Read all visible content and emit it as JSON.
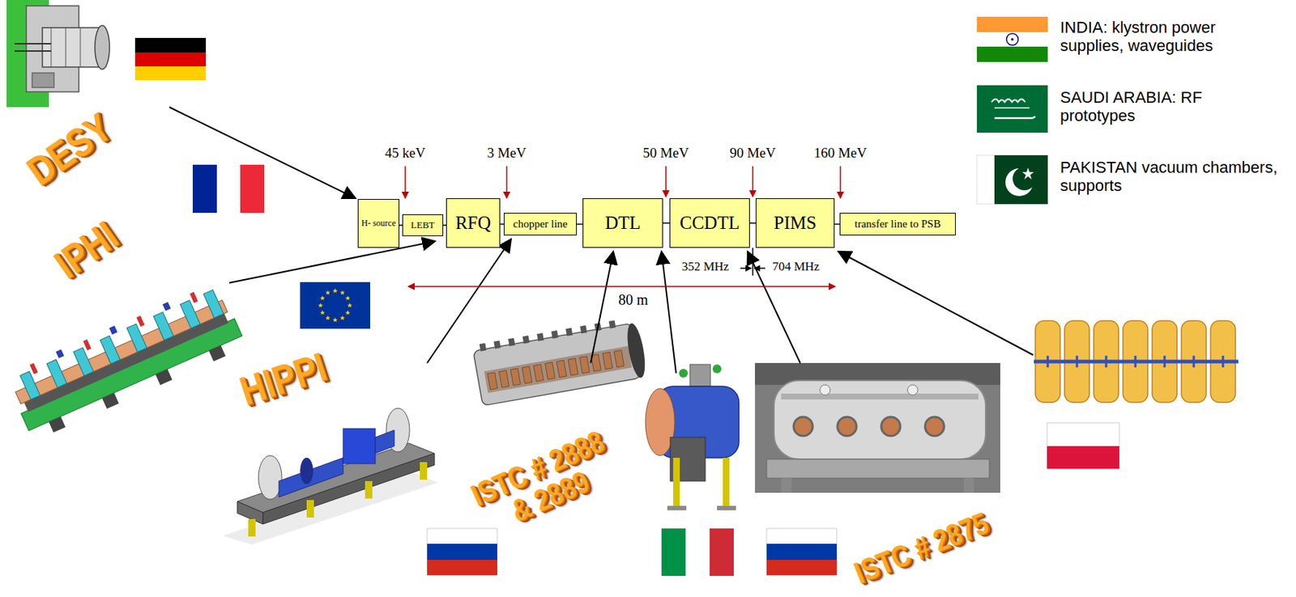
{
  "diagram": {
    "nodes": [
      {
        "text": [
          "H- source"
        ]
      },
      {
        "text": [
          "LEBT"
        ]
      },
      {
        "text": [
          "RFQ"
        ]
      },
      {
        "text": [
          "chopper line"
        ]
      },
      {
        "text": [
          "DTL"
        ]
      },
      {
        "text": [
          "CCDTL"
        ]
      },
      {
        "text": [
          "PIMS"
        ]
      },
      {
        "text": [
          "transfer line to PSB"
        ]
      }
    ],
    "edges": [
      {
        "from": 0,
        "to": 1,
        "arrow": "none"
      },
      {
        "from": 1,
        "to": 2,
        "arrow": "none"
      },
      {
        "from": 2,
        "to": 3,
        "arrow": "none"
      },
      {
        "from": 3,
        "to": 4,
        "arrow": "none"
      },
      {
        "from": 4,
        "to": 5,
        "arrow": "none"
      },
      {
        "from": 5,
        "to": 6,
        "arrow": "none"
      },
      {
        "from": 6,
        "to": 7,
        "arrow": "none"
      }
    ],
    "labels": [
      "45 keV",
      "3 MeV",
      "50 MeV",
      "90 MeV",
      "160 MeV",
      "352 MHz",
      "704 MHz",
      "80 m",
      "DESY",
      "IPHI",
      "HIPPI",
      "ISTC # 2888 & 2889",
      "ISTC # 2875"
    ],
    "legend": [
      {
        "text": "INDIA: klystron power supplies, waveguides"
      },
      {
        "text": "SAUDI ARABIA: RF prototypes"
      },
      {
        "text": "PAKISTAN vacuum chambers, supports"
      }
    ]
  }
}
